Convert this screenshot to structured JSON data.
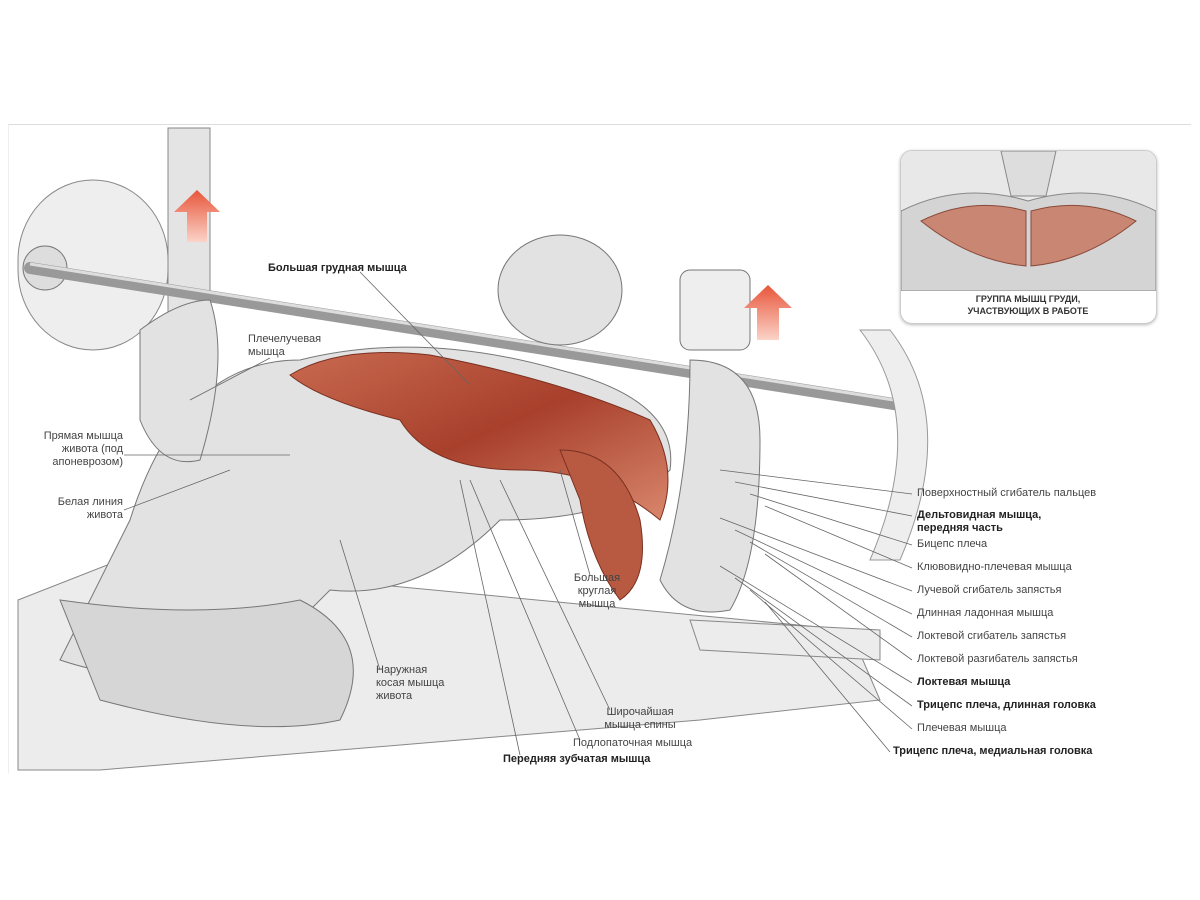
{
  "labels": {
    "pec_major": "Большая грудная мышца",
    "brachioradialis": "Плечелучевая мышца",
    "rectus_abdominis": "Прямая мышца живота (под апоневрозом)",
    "linea_alba": "Белая линия живота",
    "ext_oblique": "Наружная косая мышца живота",
    "teres_major": "Большая круглая мышца",
    "latissimus": "Широчайшая мышца спины",
    "subscapularis": "Подлопаточная мышца",
    "serratus": "Передняя зубчатая мышца",
    "right": [
      {
        "text": "Поверхностный сгибатель пальцев",
        "bold": false
      },
      {
        "text": "Дельтовидная мышца, передняя часть",
        "bold": true
      },
      {
        "text": "Бицепс плеча",
        "bold": false
      },
      {
        "text": "Клювовидно-плечевая мышца",
        "bold": false
      },
      {
        "text": "Лучевой сгибатель запястья",
        "bold": false
      },
      {
        "text": "Длинная ладонная мышца",
        "bold": false
      },
      {
        "text": "Локтевой сгибатель запястья",
        "bold": false
      },
      {
        "text": "Локтевой разгибатель запястья",
        "bold": false
      },
      {
        "text": "Локтевая мышца",
        "bold": true
      },
      {
        "text": "Трицепс плеча, длинная головка",
        "bold": true
      },
      {
        "text": "Плечевая мышца",
        "bold": false
      },
      {
        "text": "Трицепс плеча, медиальная головка",
        "bold": true
      }
    ]
  },
  "inset": {
    "caption": "ГРУППА МЫШЦ ГРУДИ, УЧАСТВУЮЩИХ В РАБОТЕ"
  },
  "colors": {
    "muscle": "#b5523a",
    "arrow": "#e8553a",
    "sketch": "#8a8a8a"
  }
}
